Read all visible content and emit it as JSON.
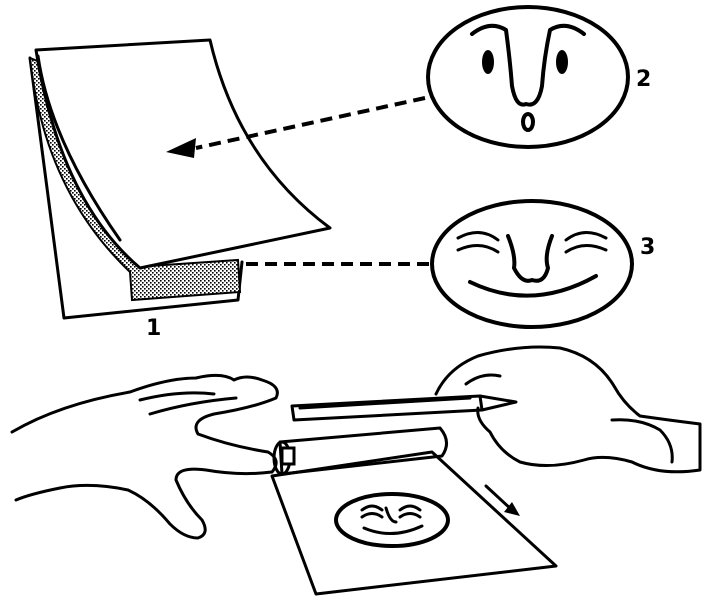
{
  "labels": {
    "pad": "1",
    "face_surprised": "2",
    "face_smiling": "3"
  },
  "colors": {
    "ink": "#000000",
    "paper": "#ffffff",
    "shading": "#9a9a9a"
  }
}
